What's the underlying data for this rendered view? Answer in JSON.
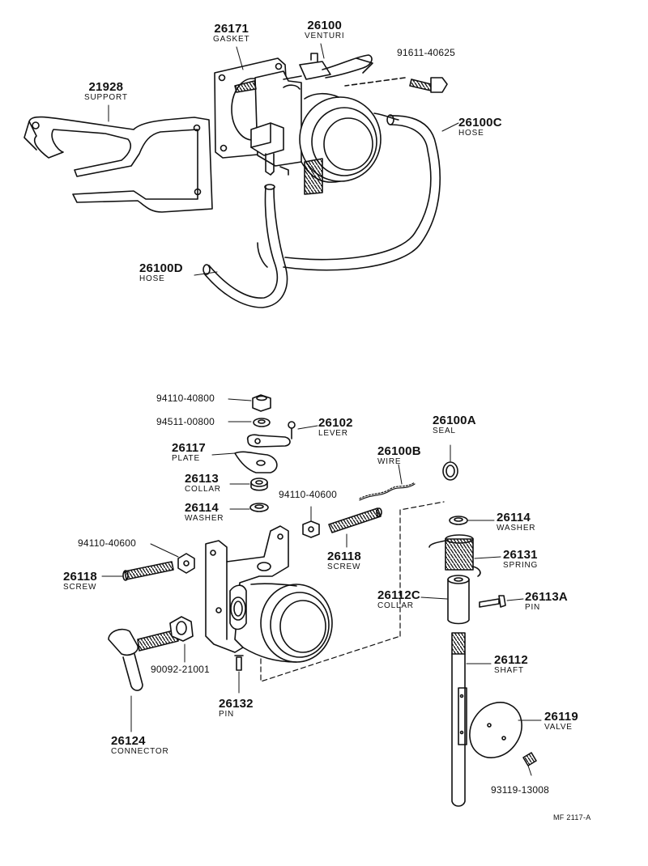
{
  "parts": {
    "p21928": {
      "number": "21928",
      "name": "SUPPORT"
    },
    "p26171": {
      "number": "26171",
      "name": "GASKET"
    },
    "p26100": {
      "number": "26100",
      "name": "VENTURI"
    },
    "p91611": {
      "number": "91611-40625"
    },
    "p26100C": {
      "number": "26100C",
      "name": "HOSE"
    },
    "p26100D": {
      "number": "26100D",
      "name": "HOSE"
    },
    "p94110a": {
      "number": "94110-40800"
    },
    "p94511": {
      "number": "94511-00800"
    },
    "p26102": {
      "number": "26102",
      "name": "LEVER"
    },
    "p26117": {
      "number": "26117",
      "name": "PLATE"
    },
    "p26113": {
      "number": "26113",
      "name": "COLLAR"
    },
    "p26114a": {
      "number": "26114",
      "name": "WASHER"
    },
    "p94110b": {
      "number": "94110-40600"
    },
    "p26118a": {
      "number": "26118",
      "name": "SCREW"
    },
    "p26100B": {
      "number": "26100B",
      "name": "WIRE"
    },
    "p26100A": {
      "number": "26100A",
      "name": "SEAL"
    },
    "p26114b": {
      "number": "26114",
      "name": "WASHER"
    },
    "p26131": {
      "number": "26131",
      "name": "SPRING"
    },
    "p26112C": {
      "number": "26112C",
      "name": "COLLAR"
    },
    "p26113A": {
      "number": "26113A",
      "name": "PIN"
    },
    "p94110c": {
      "number": "94110-40600"
    },
    "p26118b": {
      "number": "26118",
      "name": "SCREW"
    },
    "p90092": {
      "number": "90092-21001"
    },
    "p26132": {
      "number": "26132",
      "name": "PIN"
    },
    "p26112": {
      "number": "26112",
      "name": "SHAFT"
    },
    "p26119": {
      "number": "26119",
      "name": "VALVE"
    },
    "p26124": {
      "number": "26124",
      "name": "CONNECTOR"
    },
    "p93119": {
      "number": "93119-13008"
    }
  },
  "drawing_ref": "MF 2117-A"
}
